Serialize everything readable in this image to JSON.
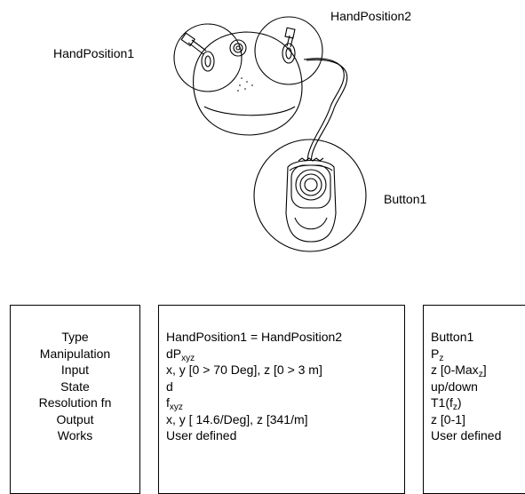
{
  "diagram": {
    "labels": {
      "hand_position_1": "HandPosition1",
      "hand_position_2": "HandPosition2",
      "button_1": "Button1"
    }
  },
  "table": {
    "properties": [
      "Type",
      "Manipulation",
      "Input",
      "State",
      "Resolution fn",
      "Output",
      "Works"
    ],
    "hand_position": {
      "type": "HandPosition1 = HandPosition2",
      "manipulation": {
        "main": "dP",
        "sub": "xyz"
      },
      "input": "x, y [0 > 70 Deg], z [0 > 3 m]",
      "state": "d",
      "resolution": {
        "main": "f",
        "sub": "xyz"
      },
      "output": "x, y [ 14.6/Deg], z [341/m]",
      "works": "User defined"
    },
    "button": {
      "type": "Button1",
      "manipulation": {
        "main": "P",
        "sub": "z"
      },
      "input": {
        "main": "z [0-Max",
        "sub": "z",
        "tail": "]"
      },
      "state": "up/down",
      "resolution": {
        "main": "T1(f",
        "sub": "z",
        "tail": ")"
      },
      "output": "z [0-1]",
      "works": "User defined"
    }
  }
}
